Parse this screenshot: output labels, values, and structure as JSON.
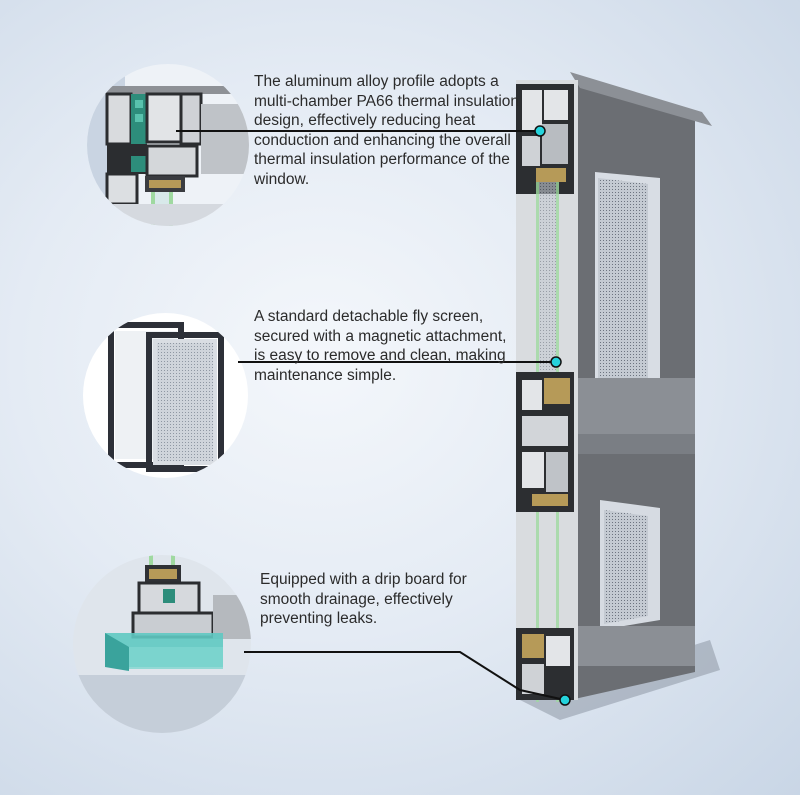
{
  "features": [
    {
      "id": "thermal-insulation",
      "icon": "profile-cross-section-icon",
      "text": "The aluminum alloy profile adopts a multi-chamber PA66 thermal insulation design, effectively reducing heat conduction and enhancing the overall thermal insulation performance of the window."
    },
    {
      "id": "fly-screen",
      "icon": "fly-screen-frame-icon",
      "text": "A standard detachable fly screen, secured with a magnetic attachment, is easy to remove and clean, making maintenance simple."
    },
    {
      "id": "drip-board",
      "icon": "drip-board-icon",
      "text": "Equipped with a drip board for smooth drainage, effectively preventing leaks."
    }
  ],
  "colors": {
    "callout_dot": "#25d3dc",
    "callout_line": "#111111",
    "frame_face": "#6a6d72",
    "frame_dark": "#3c3f44",
    "drip_board": "#5fc9c2"
  }
}
